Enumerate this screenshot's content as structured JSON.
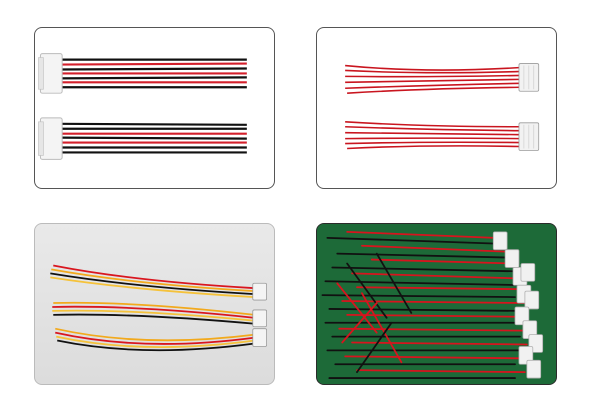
{
  "gallery": {
    "items": [
      {
        "id": 1
      },
      {
        "id": 2
      },
      {
        "id": 3
      },
      {
        "id": 4
      }
    ]
  }
}
